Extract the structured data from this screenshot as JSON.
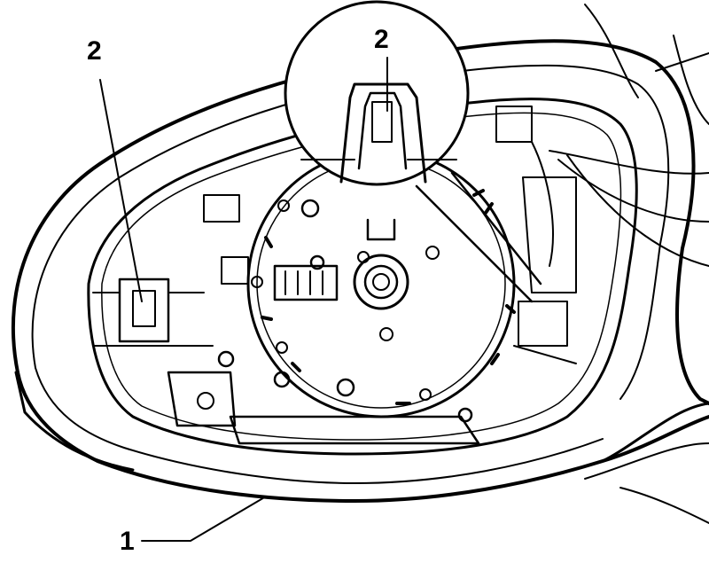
{
  "callouts": {
    "part_1": "1",
    "part_2_left": "2",
    "part_2_detail": "2"
  }
}
